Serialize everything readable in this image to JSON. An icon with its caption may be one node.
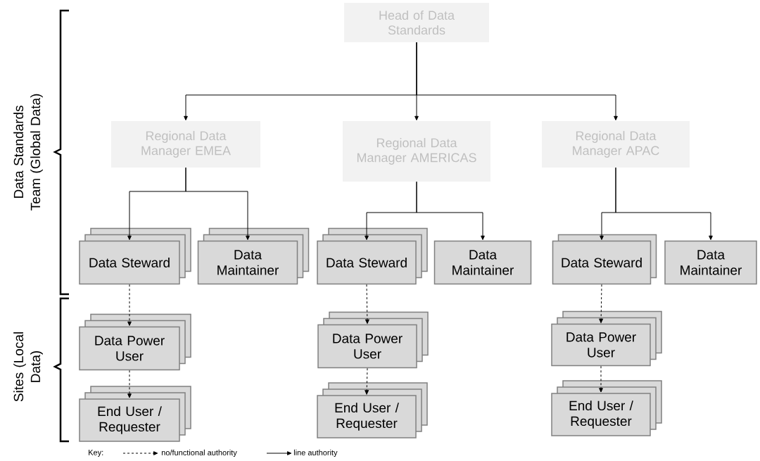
{
  "diagram": {
    "nodes": [
      {
        "text": [
          "Head of Data Standards"
        ]
      },
      {
        "text": [
          "Regional Data Manager EMEA"
        ]
      },
      {
        "text": [
          "Regional Data Manager AMERICAS"
        ]
      },
      {
        "text": [
          "Regional Data Manager APAC"
        ]
      },
      {
        "text": [
          "Data Steward"
        ]
      },
      {
        "text": [
          "Data Maintainer"
        ]
      },
      {
        "text": [
          "Data Steward"
        ]
      },
      {
        "text": [
          "Data Maintainer"
        ]
      },
      {
        "text": [
          "Data Steward"
        ]
      },
      {
        "text": [
          "Data Maintainer"
        ]
      },
      {
        "text": [
          "Data Power User"
        ]
      },
      {
        "text": [
          "Data Power User"
        ]
      },
      {
        "text": [
          "Data Power User"
        ]
      },
      {
        "text": [
          "End User / Requester"
        ]
      },
      {
        "text": [
          "End User / Requester"
        ]
      },
      {
        "text": [
          "End User / Requester"
        ]
      }
    ],
    "edges": [
      {
        "from": 0,
        "to": 1,
        "arrow": "to"
      },
      {
        "from": 0,
        "to": 2,
        "arrow": "to"
      },
      {
        "from": 0,
        "to": 3,
        "arrow": "to"
      },
      {
        "from": 1,
        "to": 4,
        "arrow": "to"
      },
      {
        "from": 1,
        "to": 5,
        "arrow": "to"
      },
      {
        "from": 2,
        "to": 6,
        "arrow": "to"
      },
      {
        "from": 2,
        "to": 7,
        "arrow": "to"
      },
      {
        "from": 3,
        "to": 8,
        "arrow": "to"
      },
      {
        "from": 3,
        "to": 9,
        "arrow": "to"
      },
      {
        "from": 4,
        "to": 10,
        "arrow": "to",
        "style": "dashed"
      },
      {
        "from": 10,
        "to": 13,
        "arrow": "to",
        "style": "dashed"
      },
      {
        "from": 6,
        "to": 11,
        "arrow": "to",
        "style": "dashed"
      },
      {
        "from": 11,
        "to": 14,
        "arrow": "to",
        "style": "dashed"
      },
      {
        "from": 8,
        "to": 12,
        "arrow": "to",
        "style": "dashed"
      },
      {
        "from": 12,
        "to": 15,
        "arrow": "to",
        "style": "dashed"
      }
    ],
    "labels": [
      "Data Standards Team (Global Data)",
      "Sites (Local Data)",
      "Key:"
    ],
    "legend": [
      {
        "text": "no/functional authority"
      },
      {
        "text": "line authority"
      }
    ]
  }
}
